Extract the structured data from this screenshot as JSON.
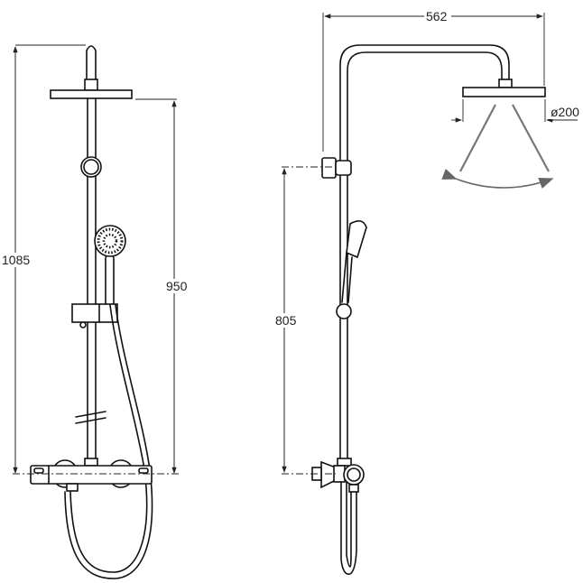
{
  "drawing": {
    "front_view": {
      "total_height_label": "1085",
      "head_height_label": "950"
    },
    "side_view": {
      "arm_projection_label": "562",
      "head_diameter_label": "ø200",
      "bracket_height_label": "805"
    }
  }
}
